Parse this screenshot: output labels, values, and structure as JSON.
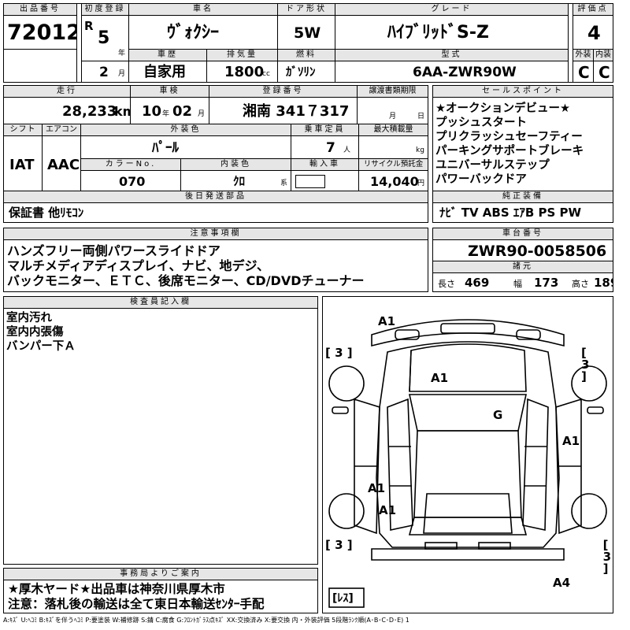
{
  "lot": {
    "label": "出品番号",
    "value": "72012"
  },
  "first_reg": {
    "label": "初度登録",
    "era": "R",
    "year": "5",
    "year_unit": "年",
    "month": "2",
    "month_unit": "月"
  },
  "car_name": {
    "label": "車名",
    "value": "ｳﾞｫｸｼｰ"
  },
  "door_type": {
    "label": "ドア形状",
    "value": "5W"
  },
  "grade": {
    "label": "グレード",
    "value": "ﾊｲﾌﾞﾘｯﾄﾞS-Z"
  },
  "score": {
    "label": "評価点",
    "value": "4"
  },
  "history": {
    "label": "車歴",
    "value": "自家用"
  },
  "displacement": {
    "label": "排気量",
    "value": "1800",
    "unit": "cc"
  },
  "fuel": {
    "label": "燃料",
    "value": "ｶﾞｿﾘﾝ"
  },
  "model_code": {
    "label": "型式",
    "value": "6AA-ZWR90W"
  },
  "exterior_grade": {
    "label": "外装",
    "value": "C"
  },
  "interior_grade": {
    "label": "内装",
    "value": "C"
  },
  "mileage": {
    "label": "走行",
    "value": "28,233",
    "unit": "km"
  },
  "inspection": {
    "label": "車検",
    "year": "10",
    "year_unit": "年",
    "month": "02",
    "month_unit": "月"
  },
  "registration": {
    "label": "登録番号",
    "value": "湘南 341７317"
  },
  "transfer_deadline": {
    "label": "譲渡書類期限",
    "month_unit": "月",
    "day_unit": "日"
  },
  "shift": {
    "label": "シフト",
    "value": "IAT"
  },
  "aircon": {
    "label": "エアコン",
    "value": "AAC"
  },
  "exterior_color": {
    "label": "外装色",
    "value": "ﾊﾟｰﾙ"
  },
  "capacity": {
    "label": "乗車定員",
    "value": "7",
    "unit": "人"
  },
  "max_load": {
    "label": "最大積載量",
    "unit": "kg"
  },
  "color_no": {
    "label": "カラーNo.",
    "value": "070"
  },
  "interior_color": {
    "label": "内装色",
    "value": "ｸﾛ",
    "unit": "系"
  },
  "import": {
    "label": "輸入車"
  },
  "recycle_fee": {
    "label": "リサイクル預託金",
    "value": "14,040",
    "unit": "円"
  },
  "sales_points": {
    "label": "セールスポイント",
    "items": [
      "★オークションデビュー★",
      "プッシュスタート",
      "プリクラッシュセーフティー",
      "パーキングサポートブレーキ",
      "ユニバーサルステップ",
      "パワーバックドア"
    ]
  },
  "later_parts": {
    "label": "後日発送部品",
    "value": "保証書  他ﾘﾓｺﾝ"
  },
  "equipment": {
    "label": "純正装備",
    "value": "ﾅﾋﾞ  TV  ABS  ｴｱB  PS  PW"
  },
  "notes": {
    "label": "注意事項欄",
    "lines": [
      "ハンズフリー両側パワースライドドア",
      "マルチメディアディスプレイ、ナビ、地デジ、",
      "バックモニター、ＥＴＣ、後席モニター、CD/DVDチューナー"
    ]
  },
  "chassis": {
    "label": "車台番号",
    "value": "ZWR90-0058506"
  },
  "specs": {
    "label": "諸元",
    "length_label": "長さ",
    "length": "469",
    "width_label": "幅",
    "width": "173",
    "height_label": "高さ",
    "height": "189"
  },
  "inspector": {
    "label": "検査員記入欄",
    "lines": [
      "室内汚れ",
      "室内内張傷",
      "バンパー下Ａ"
    ]
  },
  "office": {
    "label": "事務局よりご案内",
    "lines": [
      "★厚木ヤード★出品車は神奈川県厚木市",
      "注意：落札後の輸送は全て東日本輸送ｾﾝﾀｰ手配"
    ]
  },
  "diagram": {
    "marks": [
      {
        "id": "front-bumper",
        "text": "A1"
      },
      {
        "id": "hood",
        "text": "A1"
      },
      {
        "id": "windshield",
        "text": "G"
      },
      {
        "id": "right-door",
        "text": "A1"
      },
      {
        "id": "left-rear-fender",
        "text": "A1"
      },
      {
        "id": "left-rear-quarter",
        "text": "A1"
      },
      {
        "id": "rear-bumper",
        "text": "A4"
      }
    ],
    "tires": [
      {
        "id": "front-left",
        "text": "[ 3 ]"
      },
      {
        "id": "front-right",
        "text": "[ 3 ]"
      },
      {
        "id": "rear-left",
        "text": "[ 3 ]"
      },
      {
        "id": "rear-right",
        "text": "[ 3 ]"
      }
    ],
    "spare": "[ﾚｽ]"
  },
  "legend": "A:ｷｽﾞ  U:ﾍｺﾐ  B:ｷｽﾞを伴うﾍｺﾐ  P:要塗装  W:補修跡  S:錆  C:腐食  G:ﾌﾛﾝﾄｶﾞﾗｽ点ｷｽﾞ  XX:交換済み  X:要交換   内・外装評価  5段階ﾗﾝｸ順(A･B･C･D･E)  1"
}
